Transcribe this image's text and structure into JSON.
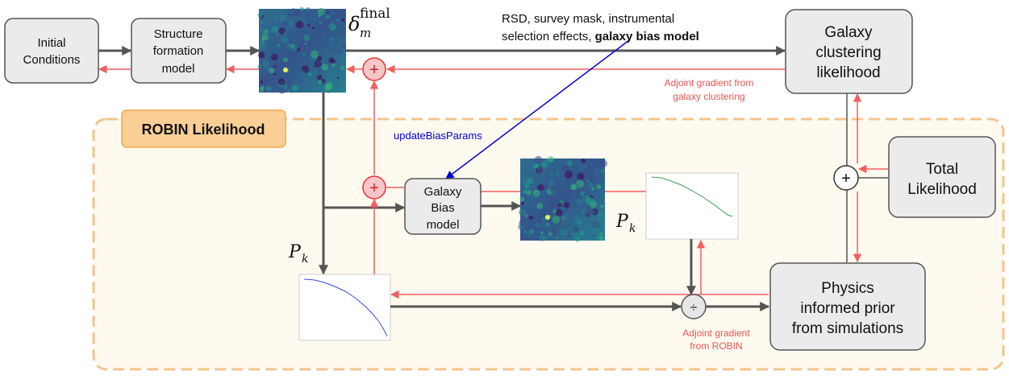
{
  "boxes": {
    "initial_conditions": [
      "Initial",
      "Conditions"
    ],
    "structure_formation": [
      "Structure",
      "formation",
      "model"
    ],
    "galaxy_clustering": [
      "Galaxy",
      "clustering",
      "likelihood"
    ],
    "galaxy_bias": [
      "Galaxy",
      "Bias",
      "model"
    ],
    "total_likelihood": [
      "Total",
      "Likelihood"
    ],
    "physics_prior": [
      "Physics",
      "informed prior",
      "from simulations"
    ]
  },
  "robin_label": "ROBIN Likelihood",
  "math": {
    "delta": "δ",
    "delta_sub": "m",
    "delta_sup": "final",
    "pk_P": "P",
    "pk_sub": "k"
  },
  "annotations": {
    "rsd_line1": "RSD, survey mask, instrumental",
    "rsd_line2_plain": "selection effects, ",
    "rsd_line2_bold": "galaxy bias model",
    "update_bias": "updateBiasParams",
    "adjoint_gc_line1": "Adjoint gradient from",
    "adjoint_gc_line2": "galaxy clustering",
    "adjoint_robin_line1": "Adjoint gradient",
    "adjoint_robin_line2": "from ROBIN"
  },
  "operators": {
    "plus": "+",
    "divide": "÷"
  },
  "colors": {
    "dark_arrow": "#555555",
    "red_arrow": "#f06060",
    "blue_arrow": "#0000dd",
    "robin_fill": "#fffaf0",
    "robin_border": "#f5c48a",
    "robin_label_fill": "#f9cf95",
    "plus_fill": "#f8c6c6",
    "plus_stroke": "#e83030",
    "box_fill": "#ebebeb"
  }
}
